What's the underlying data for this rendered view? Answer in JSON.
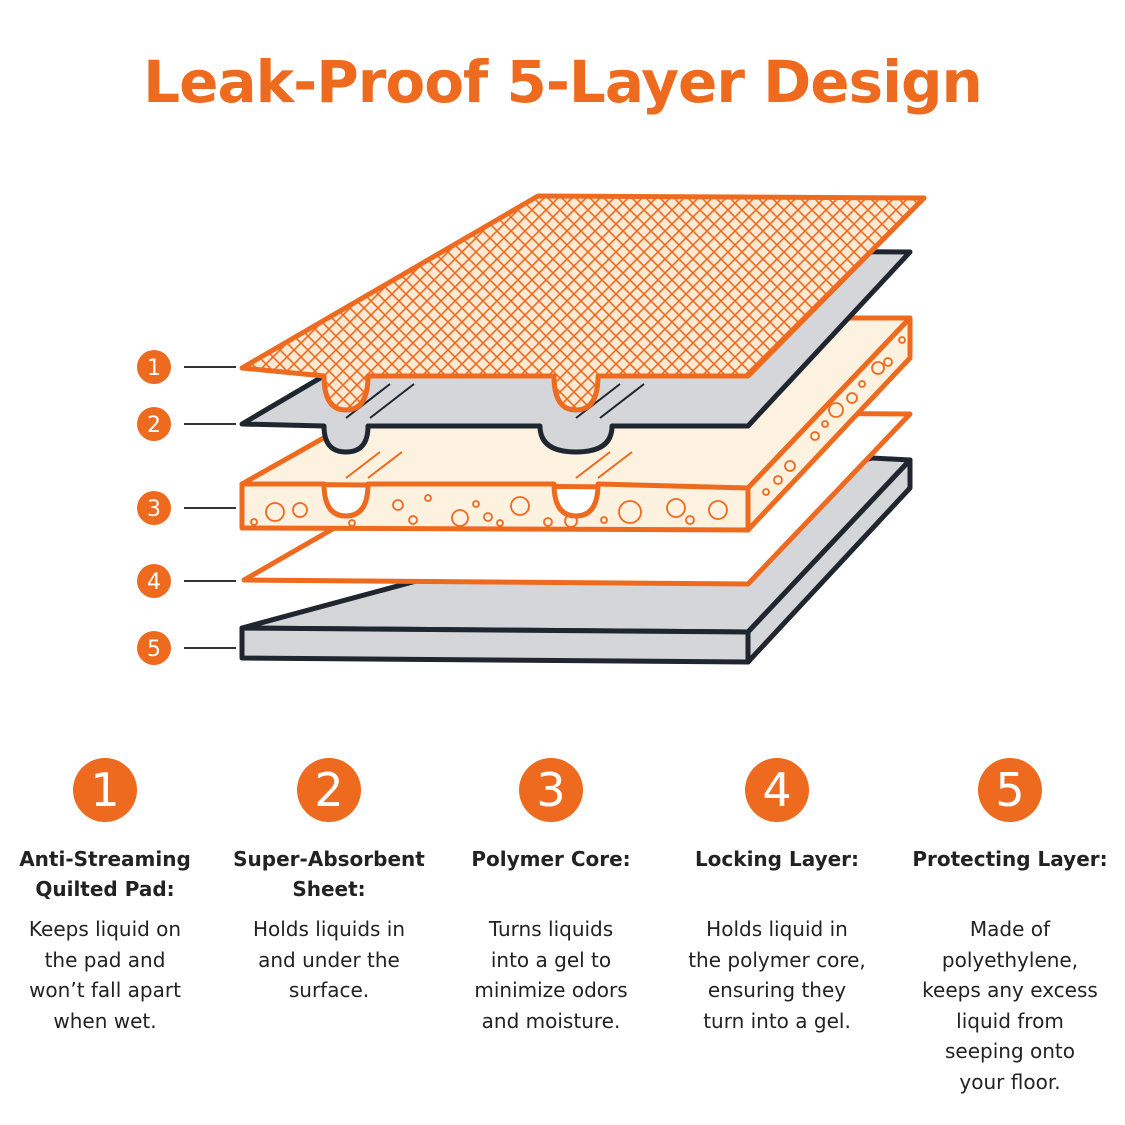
{
  "title": "Leak-Proof 5-Layer Design",
  "colors": {
    "accent": "#EE6A1F",
    "dark": "#1F2630",
    "grey_layer": "#D5D6D9",
    "core_fill": "#FDF1DF",
    "text": "#222222"
  },
  "layers": [
    {
      "number": "1",
      "icon": "quilted-pad-layer",
      "heading": "Anti-Streaming\nQuilted Pad:",
      "description": "Keeps liquid on\nthe pad and\nwon’t fall apart\nwhen wet."
    },
    {
      "number": "2",
      "icon": "absorbent-sheet-layer",
      "heading": "Super-Absorbent\nSheet:",
      "description": "Holds liquids in\nand under the\nsurface."
    },
    {
      "number": "3",
      "icon": "polymer-core-layer",
      "heading": "Polymer Core:",
      "description": "Turns liquids\ninto a gel to\nminimize odors\nand moisture."
    },
    {
      "number": "4",
      "icon": "locking-layer",
      "heading": "Locking Layer:",
      "description": "Holds liquid in\nthe polymer core,\nensuring they\nturn into a gel."
    },
    {
      "number": "5",
      "icon": "protecting-layer",
      "heading": "Protecting Layer:",
      "description": "Made of\npolyethylene,\nkeeps any excess\nliquid from\nseeping onto\nyour floor."
    }
  ]
}
